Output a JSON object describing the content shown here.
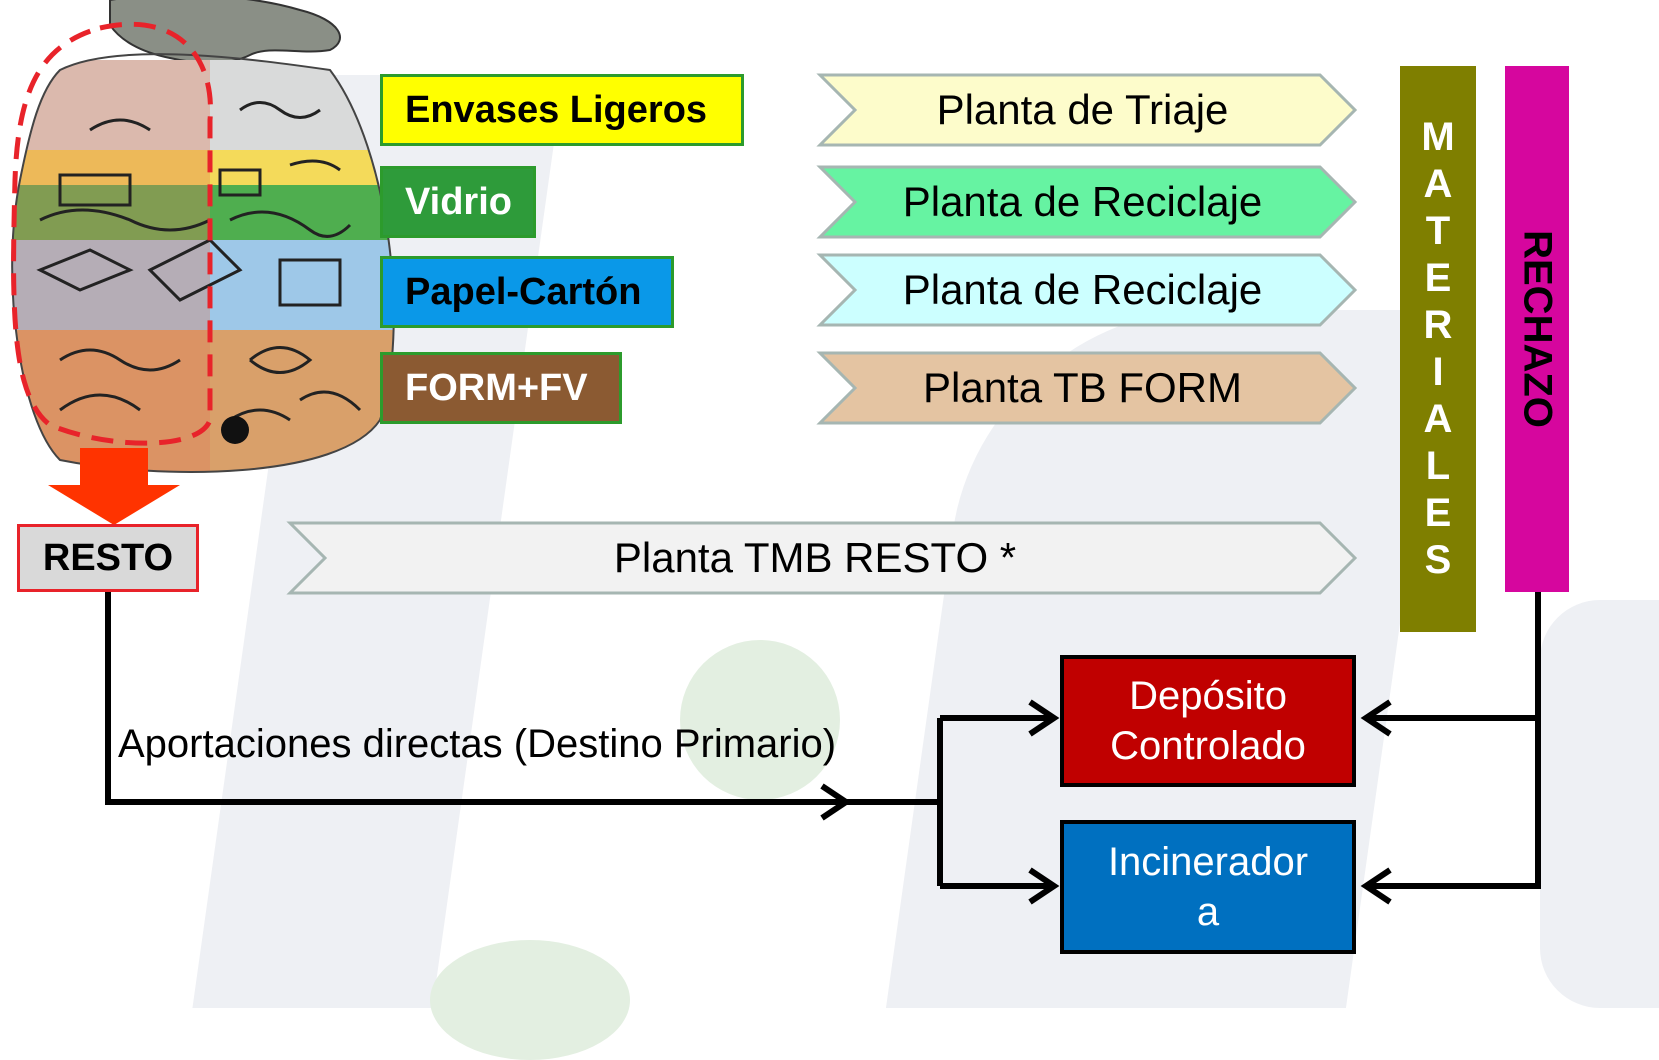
{
  "categories": [
    {
      "label": "Envases Ligeros",
      "color": "#ffff00",
      "text_color": "#000000"
    },
    {
      "label": "Vidrio",
      "color": "#2e9b3a",
      "text_color": "#ffffff"
    },
    {
      "label": "Papel-Cartón",
      "color": "#0a98e8",
      "text_color": "#000000"
    },
    {
      "label": "FORM+FV",
      "color": "#8b5a32",
      "text_color": "#ffffff"
    }
  ],
  "destinations": [
    {
      "label": "Planta de Triaje",
      "color": "#fdfccb"
    },
    {
      "label": "Planta de Reciclaje",
      "color": "#66f3a2"
    },
    {
      "label": "Planta de Reciclaje",
      "color": "#ccffff"
    },
    {
      "label": "Planta TB FORM",
      "color": "#e4c4a2"
    }
  ],
  "resto": {
    "label": "RESTO",
    "color": "#d9d9d9"
  },
  "resto_dest": {
    "label": "Planta TMB RESTO *",
    "color": "#f2f2f2"
  },
  "materiales": {
    "letters": [
      "M",
      "A",
      "T",
      "E",
      "R",
      "I",
      "A",
      "L",
      "E",
      "S"
    ],
    "color": "#7f7f00"
  },
  "rechazo": {
    "label": "RECHAZO",
    "color": "#d6069e"
  },
  "deposito": {
    "line1": "Depósito",
    "line2": "Controlado",
    "color": "#c00000"
  },
  "incinerador": {
    "line1": "Incinerador",
    "line2": "a",
    "color": "#0070c0"
  },
  "aportaciones": {
    "label": "Aportaciones directas (Destino Primario)"
  }
}
